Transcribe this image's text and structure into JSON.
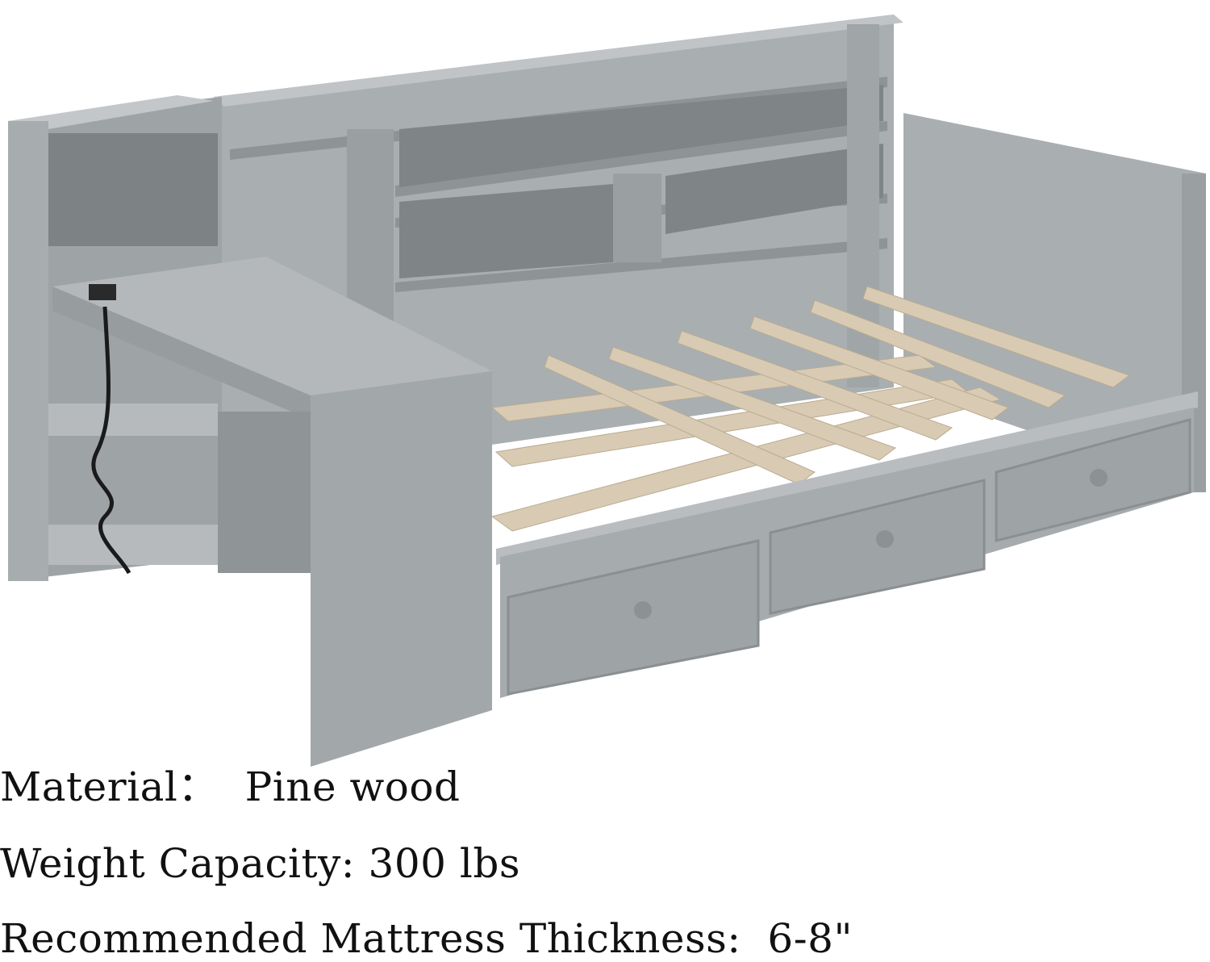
{
  "specs": {
    "material": "Material：  Pine wood",
    "weight_capacity": "Weight Capacity: 300 lbs",
    "mattress_thickness": "Recommended Mattress Thickness:  6-8\""
  },
  "colors": {
    "frame_gray": "#a3a8ab",
    "frame_shadow": "#868b8e",
    "frame_light": "#c0c4c6",
    "slat_wood": "#d9cbb3",
    "cord": "#1a1a1a",
    "text": "#111111"
  }
}
